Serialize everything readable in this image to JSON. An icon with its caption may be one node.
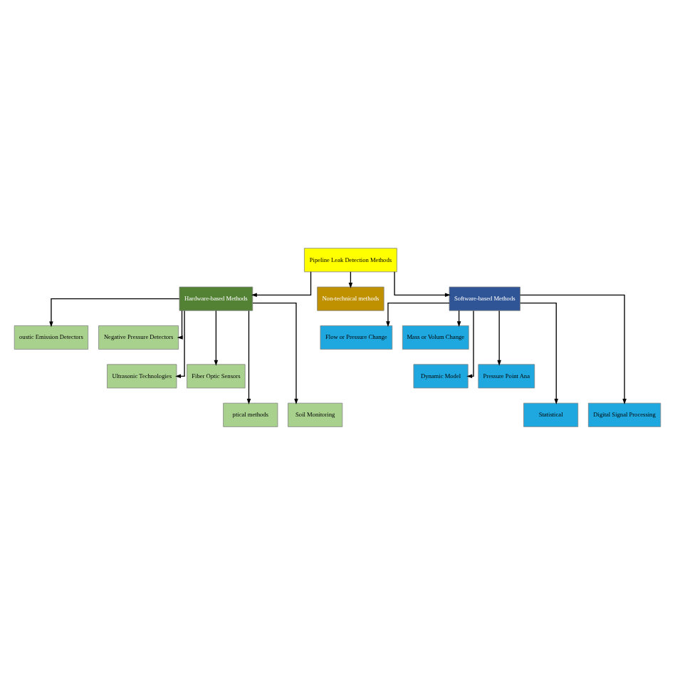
{
  "diagram": {
    "nodes": [
      {
        "text": [
          "Pipeline Leak Detection Methods"
        ]
      },
      {
        "text": [
          "Hardware-based Methods"
        ]
      },
      {
        "text": [
          "Non-technical methods"
        ]
      },
      {
        "text": [
          "Software-based Methods"
        ]
      },
      {
        "text": [
          "oustic Emission Detectors"
        ]
      },
      {
        "text": [
          "Negative Pressure Detectors"
        ]
      },
      {
        "text": [
          "Ultrasonic Technologies"
        ]
      },
      {
        "text": [
          "Fiber Optic Sensors"
        ]
      },
      {
        "text": [
          "ptical methods"
        ]
      },
      {
        "text": [
          "Soil Monitoring"
        ]
      },
      {
        "text": [
          "Flow or Pressure Change"
        ]
      },
      {
        "text": [
          "Mass or Volum Change"
        ]
      },
      {
        "text": [
          "Dynamic Model"
        ]
      },
      {
        "text": [
          "Pressure Point Ana"
        ]
      },
      {
        "text": [
          "Statistical"
        ]
      },
      {
        "text": [
          "Digital Signal Processing"
        ]
      }
    ],
    "edges": [
      {
        "from": 0,
        "to": 1,
        "arrow": "to"
      },
      {
        "from": 0,
        "to": 2,
        "arrow": "to"
      },
      {
        "from": 0,
        "to": 3,
        "arrow": "to"
      },
      {
        "from": 1,
        "to": 4,
        "arrow": "to"
      },
      {
        "from": 1,
        "to": 5,
        "arrow": "to"
      },
      {
        "from": 1,
        "to": 6,
        "arrow": "to"
      },
      {
        "from": 1,
        "to": 7,
        "arrow": "to"
      },
      {
        "from": 1,
        "to": 8,
        "arrow": "to"
      },
      {
        "from": 1,
        "to": 9,
        "arrow": "to"
      },
      {
        "from": 3,
        "to": 10,
        "arrow": "to"
      },
      {
        "from": 3,
        "to": 11,
        "arrow": "to"
      },
      {
        "from": 3,
        "to": 12,
        "arrow": "to"
      },
      {
        "from": 3,
        "to": 13,
        "arrow": "to"
      },
      {
        "from": 3,
        "to": 14,
        "arrow": "to"
      },
      {
        "from": 3,
        "to": 15,
        "arrow": "to"
      }
    ]
  }
}
